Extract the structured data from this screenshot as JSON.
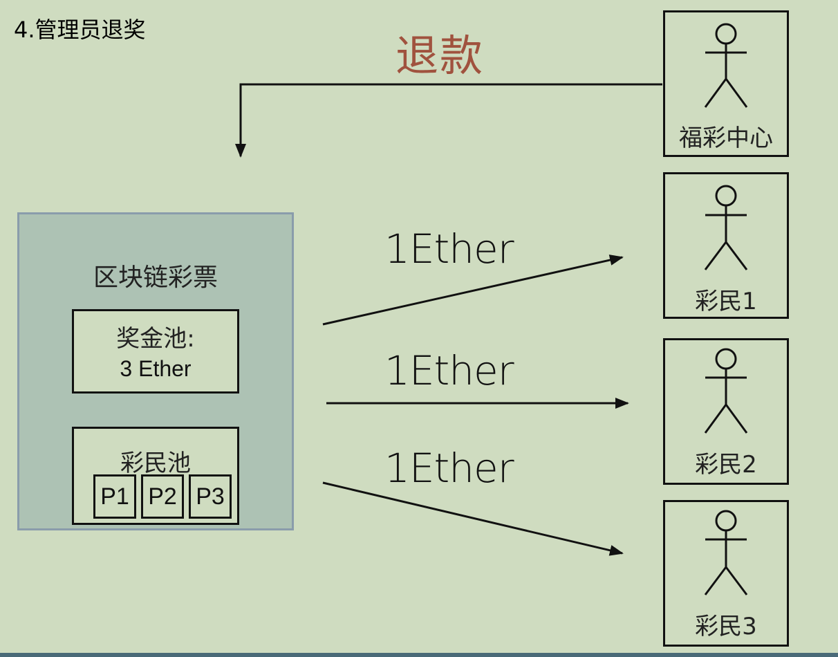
{
  "title": "4.管理员退奖",
  "refund_label": "退款",
  "contract": {
    "title": "区块链彩票",
    "prize_pool": {
      "title": "奖金池:",
      "amount": "3 Ether"
    },
    "player_pool": {
      "title": "彩民池",
      "slots": [
        "P1",
        "P2",
        "P3"
      ]
    }
  },
  "actors": {
    "lottery_center": "福彩中心",
    "player1": "彩民1",
    "player2": "彩民2",
    "player3": "彩民3"
  },
  "transfers": [
    {
      "label": "1Ether",
      "to": "彩民1"
    },
    {
      "label": "1Ether",
      "to": "彩民2"
    },
    {
      "label": "1Ether",
      "to": "彩民3"
    }
  ]
}
